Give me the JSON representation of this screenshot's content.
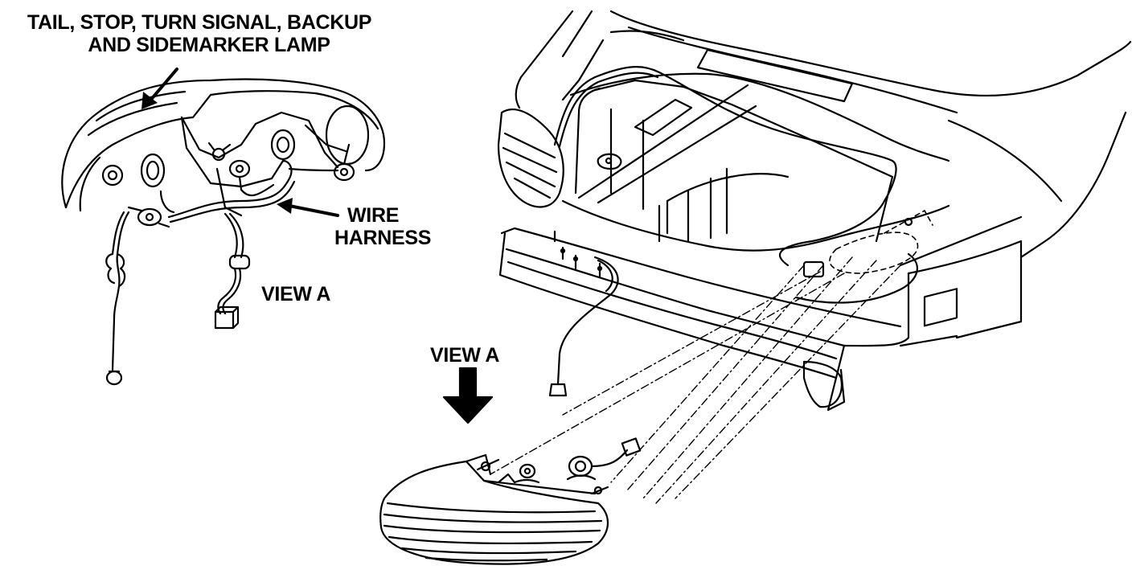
{
  "labels": {
    "lamp_title_line1": "TAIL, STOP, TURN SIGNAL, BACKUP",
    "lamp_title_line2": "AND SIDEMARKER LAMP",
    "wire_line1": "WIRE",
    "wire_line2": "HARNESS",
    "view_a_left": "VIEW A",
    "view_a_right": "VIEW A"
  },
  "colors": {
    "ink": "#000000",
    "paper": "#ffffff"
  }
}
